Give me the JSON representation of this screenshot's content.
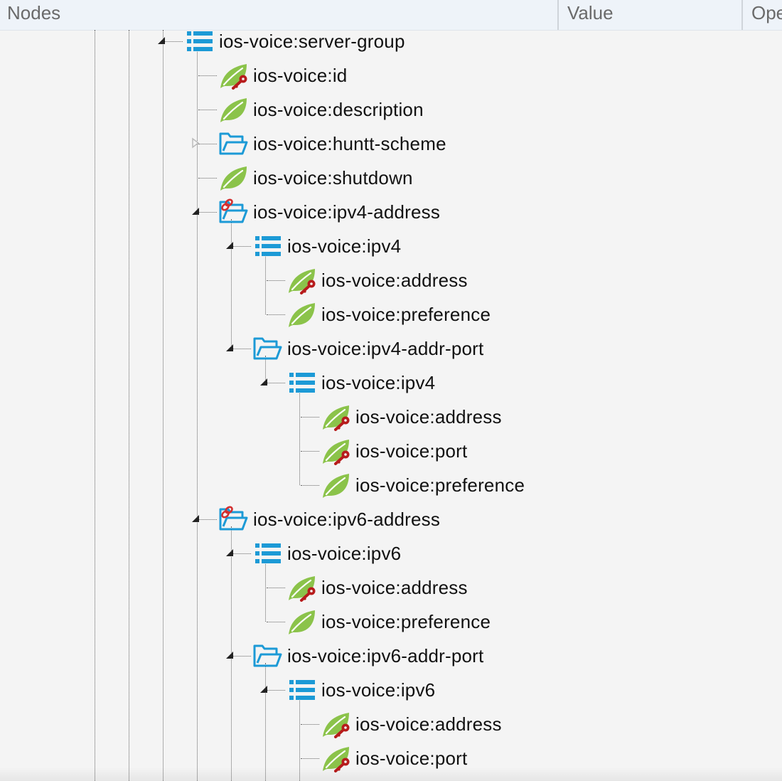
{
  "columns": {
    "nodes": "Nodes",
    "value": "Value",
    "operations": "Ope"
  },
  "colors": {
    "list_icon": "#1c9ad6",
    "folder_icon": "#1c9ad6",
    "leaf_icon": "#8bc34a",
    "key_icon": "#b71c1c",
    "link_icon": "#d32f2f"
  },
  "tree": [
    {
      "label": "ios-voice:server-group",
      "icon": "list-icon",
      "depth": 0,
      "toggle": "expanded"
    },
    {
      "label": "ios-voice:id",
      "icon": "leaf-key-icon",
      "depth": 1,
      "toggle": "none"
    },
    {
      "label": "ios-voice:description",
      "icon": "leaf-icon",
      "depth": 1,
      "toggle": "none"
    },
    {
      "label": "ios-voice:huntt-scheme",
      "icon": "folder-icon",
      "depth": 1,
      "toggle": "collapsed"
    },
    {
      "label": "ios-voice:shutdown",
      "icon": "leaf-icon",
      "depth": 1,
      "toggle": "none"
    },
    {
      "label": "ios-voice:ipv4-address",
      "icon": "folder-link-icon",
      "depth": 1,
      "toggle": "expanded"
    },
    {
      "label": "ios-voice:ipv4",
      "icon": "list-icon",
      "depth": 2,
      "toggle": "expanded"
    },
    {
      "label": "ios-voice:address",
      "icon": "leaf-key-icon",
      "depth": 3,
      "toggle": "none"
    },
    {
      "label": "ios-voice:preference",
      "icon": "leaf-icon",
      "depth": 3,
      "toggle": "none"
    },
    {
      "label": "ios-voice:ipv4-addr-port",
      "icon": "folder-icon",
      "depth": 2,
      "toggle": "expanded"
    },
    {
      "label": "ios-voice:ipv4",
      "icon": "list-icon",
      "depth": 3,
      "toggle": "expanded"
    },
    {
      "label": "ios-voice:address",
      "icon": "leaf-key-icon",
      "depth": 4,
      "toggle": "none"
    },
    {
      "label": "ios-voice:port",
      "icon": "leaf-key-icon",
      "depth": 4,
      "toggle": "none"
    },
    {
      "label": "ios-voice:preference",
      "icon": "leaf-icon",
      "depth": 4,
      "toggle": "none"
    },
    {
      "label": "ios-voice:ipv6-address",
      "icon": "folder-link-icon",
      "depth": 1,
      "toggle": "expanded"
    },
    {
      "label": "ios-voice:ipv6",
      "icon": "list-icon",
      "depth": 2,
      "toggle": "expanded"
    },
    {
      "label": "ios-voice:address",
      "icon": "leaf-key-icon",
      "depth": 3,
      "toggle": "none"
    },
    {
      "label": "ios-voice:preference",
      "icon": "leaf-icon",
      "depth": 3,
      "toggle": "none"
    },
    {
      "label": "ios-voice:ipv6-addr-port",
      "icon": "folder-icon",
      "depth": 2,
      "toggle": "expanded"
    },
    {
      "label": "ios-voice:ipv6",
      "icon": "list-icon",
      "depth": 3,
      "toggle": "expanded"
    },
    {
      "label": "ios-voice:address",
      "icon": "leaf-key-icon",
      "depth": 4,
      "toggle": "none"
    },
    {
      "label": "ios-voice:port",
      "icon": "leaf-key-icon",
      "depth": 4,
      "toggle": "none"
    }
  ]
}
